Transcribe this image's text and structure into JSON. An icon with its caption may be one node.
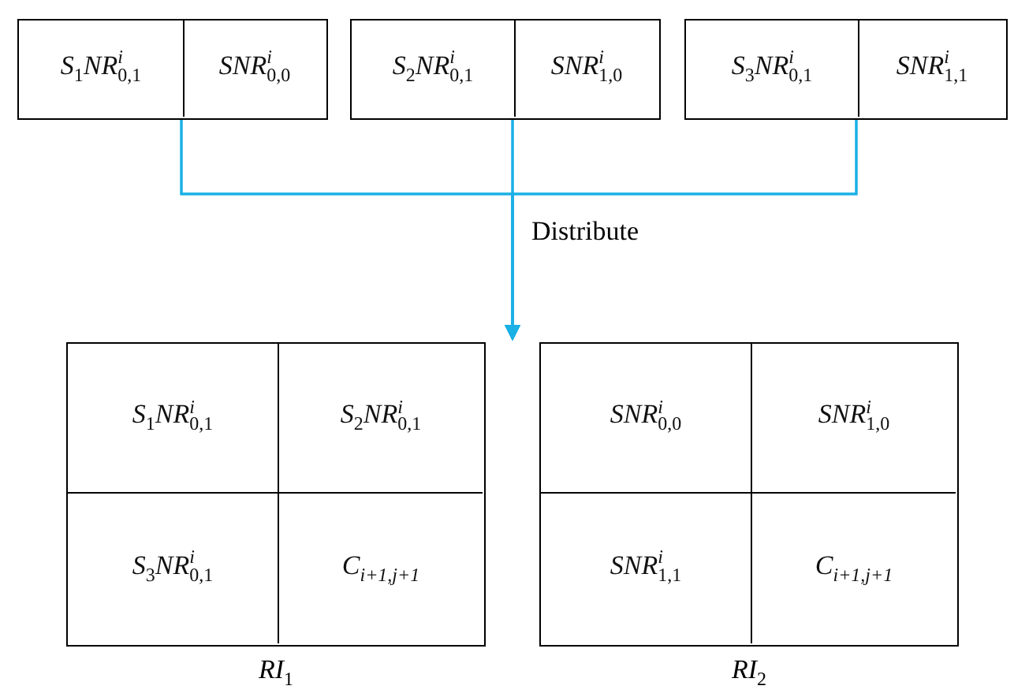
{
  "diagram": {
    "nodes": [
      {
        "text": [],
        "shape": "box"
      },
      {
        "text": [
          "S$_{1}$NR$^{i}$$_{0,1}$"
        ],
        "in": 0
      },
      {
        "text": [
          "SNR$^{i}$$_{0,0}$"
        ],
        "in": 0
      },
      {
        "text": [],
        "shape": "box"
      },
      {
        "text": [
          "S$_{2}$NR$^{i}$$_{0,1}$"
        ],
        "in": 3
      },
      {
        "text": [
          "SNR$^{i}$$_{1,0}$"
        ],
        "in": 3
      },
      {
        "text": [],
        "shape": "box"
      },
      {
        "text": [
          "S$_{3}$NR$^{i}$$_{0,1}$"
        ],
        "in": 6
      },
      {
        "text": [
          "SNR$^{i}$$_{1,1}$"
        ],
        "in": 6
      },
      {
        "text": [],
        "shape": "box",
        "beside": [
          "RI$_{1}$"
        ]
      },
      {
        "text": [
          "S$_{1}$NR$^{i}$$_{0,1}$"
        ],
        "in": 9
      },
      {
        "text": [
          "S$_{2}$NR$^{i}$$_{0,1}$"
        ],
        "in": 9
      },
      {
        "text": [
          "S$_{3}$NR$^{i}$$_{0,1}$"
        ],
        "in": 9
      },
      {
        "text": [
          "C$_{i+1,j+1}$"
        ],
        "in": 9
      },
      {
        "text": [],
        "shape": "box",
        "beside": [
          "RI$_{2}$"
        ]
      },
      {
        "text": [
          "SNR$^{i}$$_{0,0}$"
        ],
        "in": 14
      },
      {
        "text": [
          "SNR$^{i}$$_{1,0}$"
        ],
        "in": 14
      },
      {
        "text": [
          "SNR$^{i}$$_{1,1}$"
        ],
        "in": 14
      },
      {
        "text": [
          "C$_{i+1,j+1}$"
        ],
        "in": 14
      }
    ],
    "edges": [
      {
        "from": 0,
        "to": 9,
        "arrow": "to"
      },
      {
        "from": 0,
        "to": 14,
        "arrow": "to"
      },
      {
        "from": 3,
        "to": 9,
        "arrow": "to"
      },
      {
        "from": 3,
        "to": 14,
        "arrow": "to"
      },
      {
        "from": 6,
        "to": 9,
        "arrow": "to"
      },
      {
        "from": 6,
        "to": 14,
        "arrow": "to"
      }
    ],
    "labels": [
      "Distribute"
    ]
  }
}
